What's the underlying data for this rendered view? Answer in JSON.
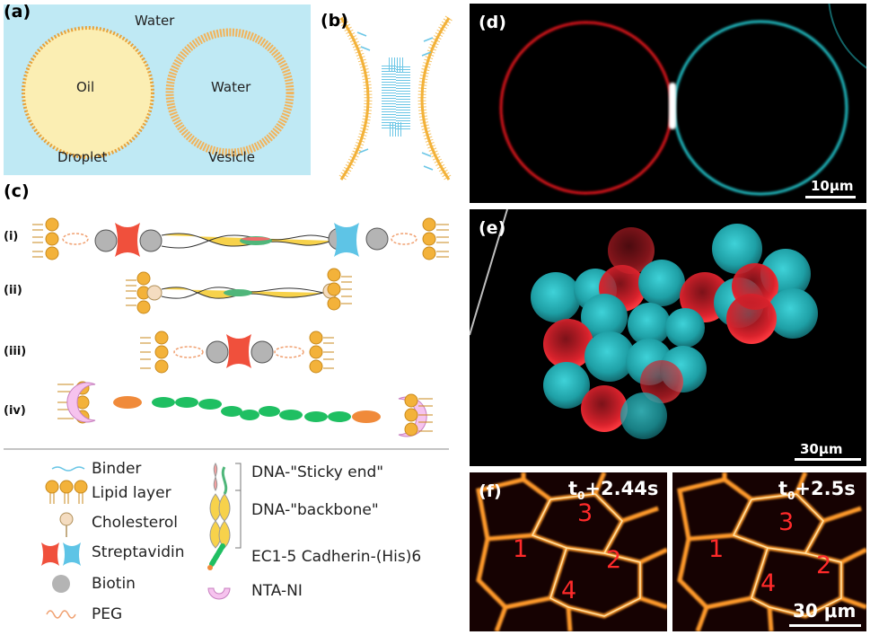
{
  "panel_a": {
    "label": "(a)",
    "water": "Water",
    "oil": "Oil",
    "inner_water": "Water",
    "droplet": "Droplet",
    "vesicle": "Vesicle"
  },
  "panel_b": {
    "label": "(b)"
  },
  "panel_c": {
    "label": "(c)",
    "rows": [
      "(i)",
      "(ii)",
      "(iii)",
      "(iv)"
    ]
  },
  "legend": {
    "binder": "Binder",
    "lipid": "Lipid layer",
    "cholesterol": "Cholesterol",
    "streptavidin": "Streptavidin",
    "biotin": "Biotin",
    "peg": "PEG",
    "sticky": "DNA-\"Sticky end\"",
    "backbone": "DNA-\"backbone\"",
    "cadherin": "EC1-5 Cadherin-(His)6",
    "nta": "NTA-NI"
  },
  "panel_d": {
    "label": "(d)",
    "scale": "10μm"
  },
  "panel_e": {
    "label": "(e)",
    "scale": "30μm"
  },
  "panel_f": {
    "label": "(f)",
    "time_left_pre": "t",
    "time_left_sub": "0",
    "time_left_post": "+2.44s",
    "time_right_pre": "t",
    "time_right_sub": "0",
    "time_right_post": "+2.5s",
    "scale": "30 μm",
    "cells": [
      "1",
      "2",
      "3",
      "4"
    ]
  },
  "colors": {
    "water_bg": "#bfe9f4",
    "oil_fill": "#fbeeb3",
    "lipid": "#f3b23a",
    "streptavidin_red": "#f0503c",
    "streptavidin_blue": "#5ec4e6",
    "biotin": "#b4b4b4",
    "cadherin": "#1fbf62",
    "nta": "#f6c3ee",
    "vesicle_red": "#e0141e",
    "vesicle_cyan": "#22c1c7"
  }
}
